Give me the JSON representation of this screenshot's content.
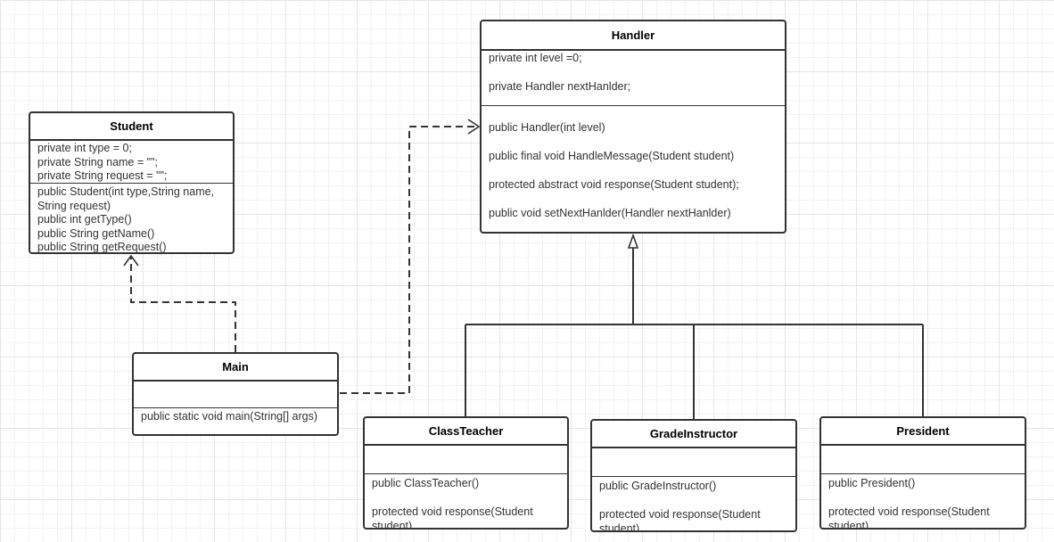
{
  "diagram": {
    "classes": {
      "student": {
        "name": "Student",
        "attributes": [
          "private int type = 0;",
          "private String name = \"\";",
          "private String request = \"\";"
        ],
        "operations": [
          "public Student(int type,String name, String request)",
          "public int getType()",
          "public String getName()",
          "public String getRequest()"
        ]
      },
      "handler": {
        "name": "Handler",
        "attributes": [
          "private int level =0;",
          "private Handler nextHanlder;"
        ],
        "operations": [
          "public Handler(int level)",
          "public final void HandleMessage(Student student)",
          "protected abstract void response(Student student);",
          "public void setNextHanlder(Handler nextHanlder)"
        ]
      },
      "main": {
        "name": "Main",
        "attributes": [],
        "operations": [
          "public static void main(String[] args)"
        ]
      },
      "classteacher": {
        "name": "ClassTeacher",
        "attributes": [],
        "operations": [
          "public ClassTeacher()",
          "protected void response(Student student)"
        ]
      },
      "gradeinstructor": {
        "name": "GradeInstructor",
        "attributes": [],
        "operations": [
          "public GradeInstructor()",
          "protected void response(Student student)"
        ]
      },
      "president": {
        "name": "President",
        "attributes": [],
        "operations": [
          "public President()",
          "protected void response(Student student)"
        ]
      }
    },
    "relations": [
      {
        "type": "dependency",
        "from": "Main",
        "to": "Student"
      },
      {
        "type": "dependency",
        "from": "Main",
        "to": "Handler"
      },
      {
        "type": "generalization",
        "from": "ClassTeacher",
        "to": "Handler"
      },
      {
        "type": "generalization",
        "from": "GradeInstructor",
        "to": "Handler"
      },
      {
        "type": "generalization",
        "from": "President",
        "to": "Handler"
      }
    ]
  }
}
